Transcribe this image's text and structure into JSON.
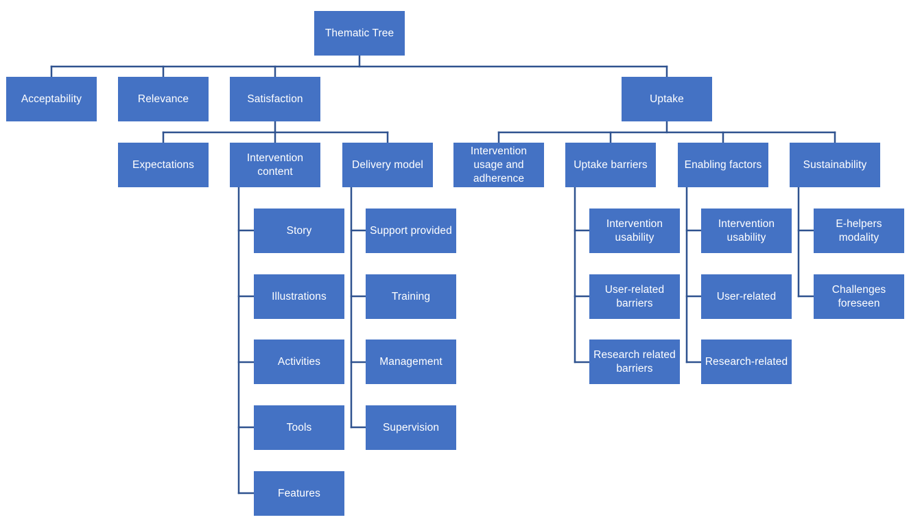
{
  "diagram": {
    "root": "Thematic Tree",
    "level1": {
      "acceptability": "Acceptability",
      "relevance": "Relevance",
      "satisfaction": "Satisfaction",
      "uptake": "Uptake"
    },
    "satisfaction": {
      "expectations": "Expectations",
      "intervention_content": "Intervention\ncontent",
      "delivery_model": "Delivery model",
      "content_items": [
        "Story",
        "Illustrations",
        "Activities",
        "Tools",
        "Features"
      ],
      "delivery_items": [
        "Support provided",
        "Training",
        "Management",
        "Supervision"
      ]
    },
    "uptake": {
      "usage_adherence": "Intervention\nusage and\nadherence",
      "uptake_barriers": "Uptake barriers",
      "enabling_factors": "Enabling factors",
      "sustainability": "Sustainability",
      "barrier_items": [
        "Intervention\nusability",
        "User-related\nbarriers",
        "Research related\nbarriers"
      ],
      "enabling_items": [
        "Intervention\nusability",
        "User-related",
        "Research-related"
      ],
      "sustainability_items": [
        "E-helpers\nmodality",
        "Challenges\nforeseen"
      ]
    }
  },
  "colors": {
    "node_fill": "#4472c4",
    "connector": "#2f528f",
    "text": "#ffffff"
  }
}
